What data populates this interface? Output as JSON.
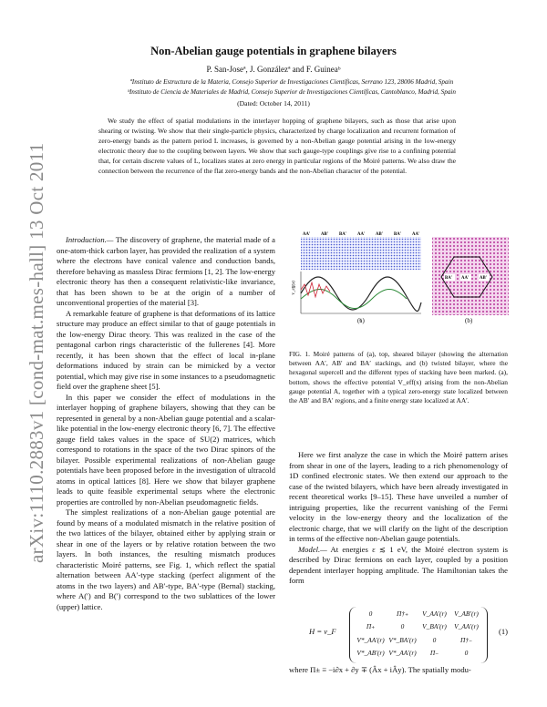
{
  "arxiv_id": "arXiv:1110.2883v1  [cond-mat.mes-hall]  13 Oct 2011",
  "title": "Non-Abelian gauge potentials in graphene bilayers",
  "authors": "P. San-Joseª, J. Gonzálezª and F. Guineaᵇ",
  "affiliations": [
    "ªInstituto de Estructura de la Materia, Consejo Superior de Investigaciones Científicas, Serrano 123, 28006 Madrid, Spain",
    "ᵇInstituto de Ciencia de Materiales de Madrid, Consejo Superior de Investigaciones Científicas, Cantoblanco, Madrid, Spain"
  ],
  "date": "(Dated: October 14, 2011)",
  "abstract": "We study the effect of spatial modulations in the interlayer hopping of graphene bilayers, such as those that arise upon shearing or twisting. We show that their single-particle physics, characterized by charge localization and recurrent formation of zero-energy bands as the pattern period L increases, is governed by a non-Abelian gauge potential arising in the low-energy electronic theory due to the coupling between layers. We show that such gauge-type couplings give rise to a confining potential that, for certain discrete values of L, localizes states at zero energy in particular regions of the Moiré patterns. We also draw the connection between the recurrence of the flat zero-energy bands and the non-Abelian character of the potential.",
  "left_column": [
    {
      "lead": "Introduction.—",
      "text": " The discovery of graphene, the material made of a one-atom-thick carbon layer, has provided the realization of a system where the electrons have conical valence and conduction bands, therefore behaving as massless Dirac fermions [1, 2]. The low-energy electronic theory has then a consequent relativistic-like invariance, that has been shown to be at the origin of a number of unconventional properties of the material [3]."
    },
    {
      "lead": "",
      "text": "A remarkable feature of graphene is that deformations of its lattice structure may produce an effect similar to that of gauge potentials in the low-energy Dirac theory. This was realized in the case of the pentagonal carbon rings characteristic of the fullerenes [4]. More recently, it has been shown that the effect of local in-plane deformations induced by strain can be mimicked by a vector potential, which may give rise in some instances to a pseudomagnetic field over the graphene sheet [5]."
    },
    {
      "lead": "",
      "text": "In this paper we consider the effect of modulations in the interlayer hopping of graphene bilayers, showing that they can be represented in general by a non-Abelian gauge potential and a scalar-like potential in the low-energy electronic theory [6, 7]. The effective gauge field takes values in the space of SU(2) matrices, which correspond to rotations in the space of the two Dirac spinors of the bilayer. Possible experimental realizations of non-Abelian gauge potentials have been proposed before in the investigation of ultracold atoms in optical lattices [8]. Here we show that bilayer graphene leads to quite feasible experimental setups where the electronic properties are controlled by non-Abelian pseudomagnetic fields."
    },
    {
      "lead": "",
      "text": "The simplest realizations of a non-Abelian gauge potential are found by means of a modulated mismatch in the relative position of the two lattices of the bilayer, obtained either by applying strain or shear in one of the layers or by relative rotation between the two layers. In both instances, the resulting mismatch produces characteristic Moiré patterns, see Fig. 1, which reflect the spatial alternation between AA′-type stacking (perfect alignment of the atoms in the two layers) and AB′-type, BA′-type (Bernal) stacking, where A(′) and B(′) correspond to the two sublattices of the lower (upper) lattice."
    }
  ],
  "figure": {
    "stacking_labels": [
      "AA′",
      "AB′",
      "BA′",
      "AA′",
      "AB′",
      "BA′",
      "AA′"
    ],
    "hex_labels": [
      "BA′",
      "AA′",
      "AB′"
    ],
    "axis_label": "V_eff(x)",
    "x_label": "x",
    "panel_a": "(a)",
    "panel_b": "(b)"
  },
  "caption": "FIG. 1. Moiré patterns of (a), top, sheared bilayer (showing the alternation between AA′, AB′ and BA′ stackings, and (b) twisted bilayer, where the hexagonal supercell and the different types of stacking have been marked. (a), bottom, shows the effective potential V_eff(x) arising from the non-Abelian gauge potential A, together with a typical zero-energy state localized between the AB′ and BA′ regions, and a finite energy state localized at AA′.",
  "right_column": [
    {
      "lead": "",
      "text": "Here we first analyze the case in which the Moiré pattern arises from shear in one of the layers, leading to a rich phenomenology of 1D confined electronic states. We then extend our approach to the case of the twisted bilayers, which have been already investigated in recent theoretical works [9–15]. These have unveiled a number of intriguing properties, like the recurrent vanishing of the Fermi velocity in the low-energy theory and the localization of the electronic charge, that we will clarify on the light of the description in terms of the effective non-Abelian gauge potentials."
    },
    {
      "lead": "Model.—",
      "text": " At energies ε ≲ 1 eV, the Moiré electron system is described by Dirac fermions on each layer, coupled by a position dependent interlayer hopping amplitude. The Hamiltonian takes the form"
    }
  ],
  "equation": {
    "lhs": "H = v_F",
    "rows": [
      [
        "0",
        "Π†₊",
        "V_AA′(r)",
        "V_AB′(r)"
      ],
      [
        "Π₊",
        "0",
        "V_BA′(r)",
        "V_AA′(r)"
      ],
      [
        "V*_AA′(r)",
        "V*_BA′(r)",
        "0",
        "Π†₋"
      ],
      [
        "V*_AB′(r)",
        "V*_AA′(r)",
        "Π₋",
        "0"
      ]
    ],
    "number": "(1)"
  },
  "after_equation": "where Π± ≡ −i∂x + ∂y ∓ (Âx + iÂy). The spatially modu-"
}
